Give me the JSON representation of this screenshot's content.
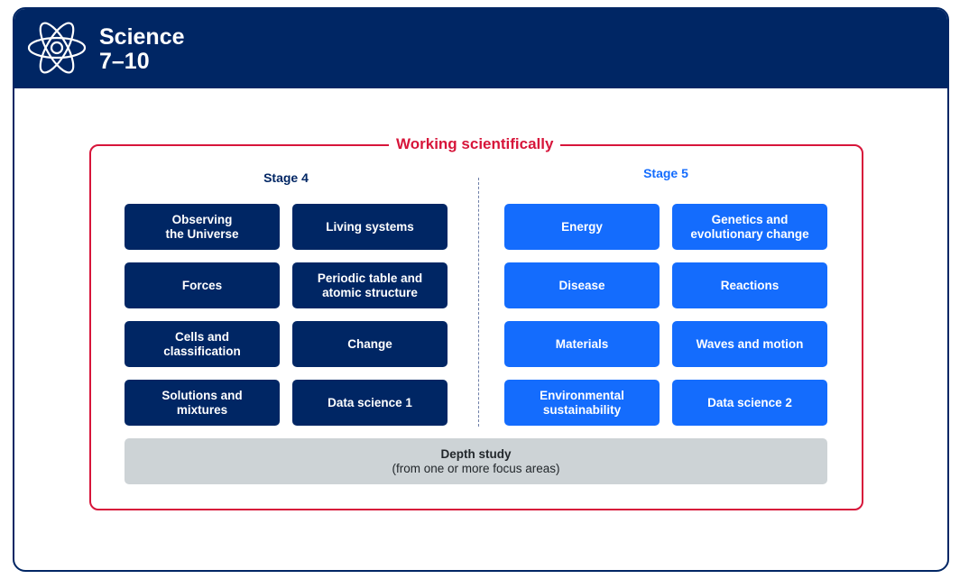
{
  "header": {
    "title_line1": "Science",
    "title_line2": "7–10"
  },
  "frame_label": "Working scientifically",
  "stage4": {
    "label": "Stage 4",
    "items": [
      "Observing\nthe Universe",
      "Living systems",
      "Forces",
      "Periodic table and\natomic structure",
      "Cells and\nclassification",
      "Change",
      "Solutions and\nmixtures",
      "Data science 1"
    ]
  },
  "stage5": {
    "label": "Stage 5",
    "items": [
      "Energy",
      "Genetics and\nevolutionary change",
      "Disease",
      "Reactions",
      "Materials",
      "Waves and motion",
      "Environmental\nsustainability",
      "Data science 2"
    ]
  },
  "depth": {
    "title": "Depth study",
    "subtitle": "(from one or more focus areas)"
  },
  "colors": {
    "navy": "#002664",
    "blue": "#146cfd",
    "red": "#d7153a",
    "grey": "#cdd3d6"
  }
}
